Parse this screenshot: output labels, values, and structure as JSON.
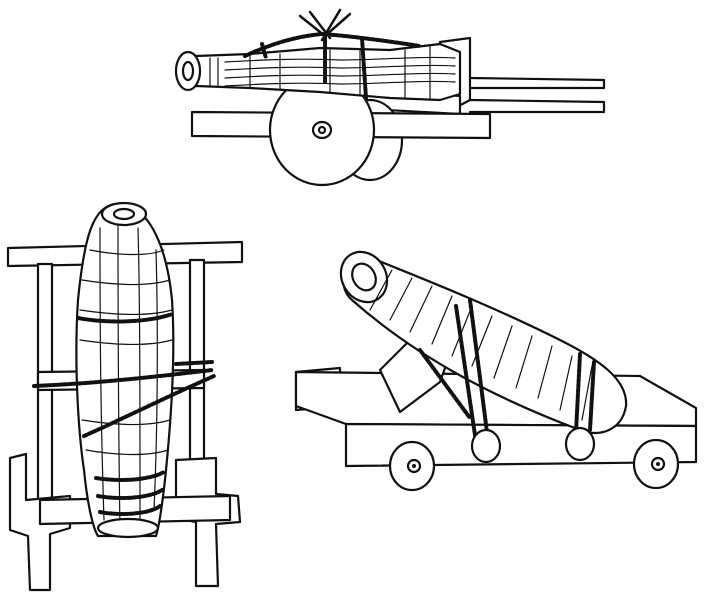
{
  "illustration": {
    "ink_color": "#111111",
    "paper_color": "#ffffff",
    "figures": [
      {
        "id": "cart-mounted-cannon",
        "icon": "wheeled-cart-cannon-icon"
      },
      {
        "id": "frame-mounted-barrel",
        "icon": "standing-frame-barrel-icon"
      },
      {
        "id": "carriage-cannon",
        "icon": "four-wheel-carriage-cannon-icon"
      }
    ]
  }
}
